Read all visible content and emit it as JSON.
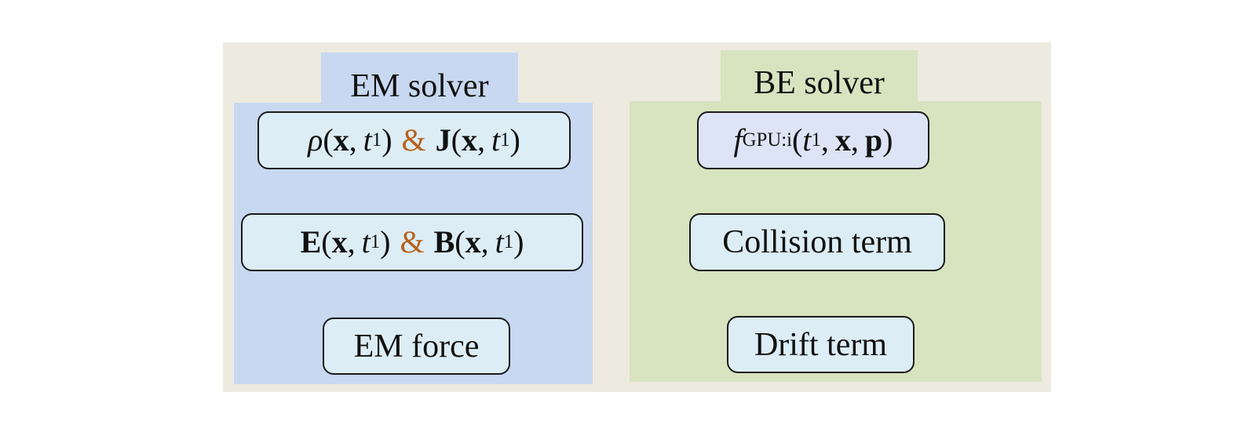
{
  "em_solver": {
    "title": "EM solver",
    "charge_current": {
      "rho": "ρ",
      "open1": "(",
      "x1": "x",
      "comma1": ",",
      "t1": "t",
      "sub1": "1",
      "close1": ")",
      "amp": "&",
      "J": "J",
      "open2": "(",
      "x2": "x",
      "comma2": ",",
      "t2": "t",
      "sub2": "1",
      "close2": ")"
    },
    "fields": {
      "E": "E",
      "open1": "(",
      "x1": "x",
      "comma1": ",",
      "t1": "t",
      "sub1": "1",
      "close1": ")",
      "amp": "&",
      "B": "B",
      "open2": "(",
      "x2": "x",
      "comma2": ",",
      "t2": "t",
      "sub2": "1",
      "close2": ")"
    },
    "force_label": "EM force"
  },
  "be_solver": {
    "title": "BE solver",
    "distribution": {
      "f": "f",
      "sub": "GPU:i",
      "open": "(",
      "t": "t",
      "t_sub": "1",
      "comma1": ",",
      "x": "x",
      "comma2": ",",
      "p": "p",
      "close": ")"
    },
    "collision_label": "Collision term",
    "drift_label": "Drift term"
  },
  "colors": {
    "background": "#edeae0",
    "em_panel": "#c8d8f0",
    "be_panel": "#d8e3c0",
    "box_fill": "#dcedf5",
    "ampersand": "#b8621b"
  }
}
